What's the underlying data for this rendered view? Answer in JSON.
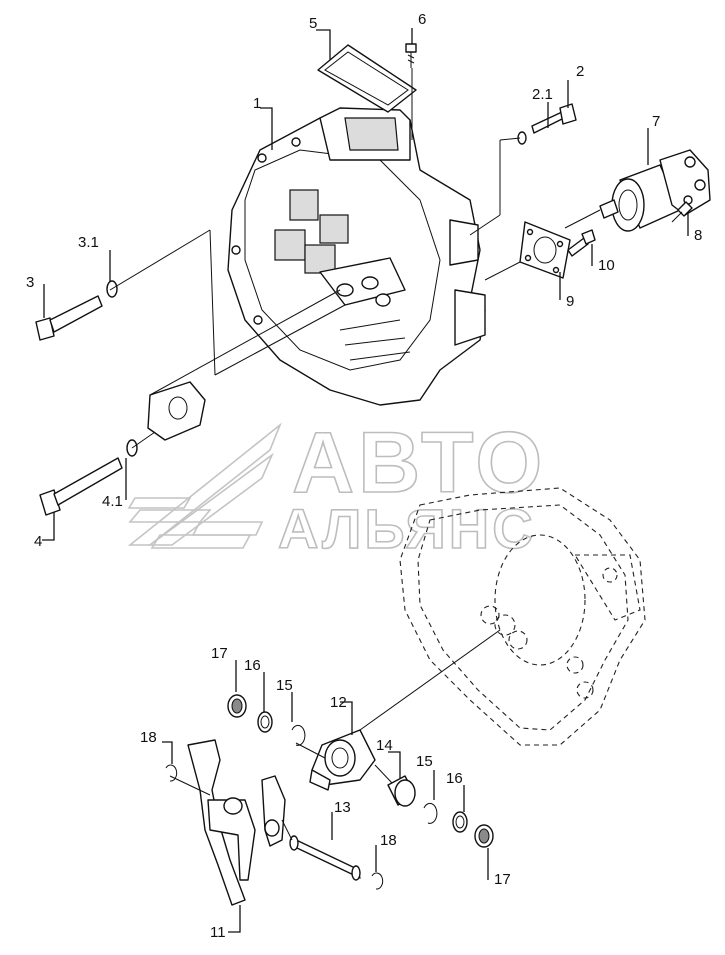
{
  "watermark": {
    "line1": "АВТО",
    "line2": "АЛЬЯНС"
  },
  "callouts": {
    "c1": "1",
    "c2": "2",
    "c2_1": "2.1",
    "c3": "3",
    "c3_1": "3.1",
    "c4": "4",
    "c4_1": "4.1",
    "c5": "5",
    "c6": "6",
    "c7": "7",
    "c8": "8",
    "c9": "9",
    "c10": "10",
    "c11": "11",
    "c12": "12",
    "c13": "13",
    "c14": "14",
    "c15a": "15",
    "c15b": "15",
    "c16a": "16",
    "c16b": "16",
    "c17a": "17",
    "c17b": "17",
    "c18a": "18",
    "c18b": "18"
  }
}
